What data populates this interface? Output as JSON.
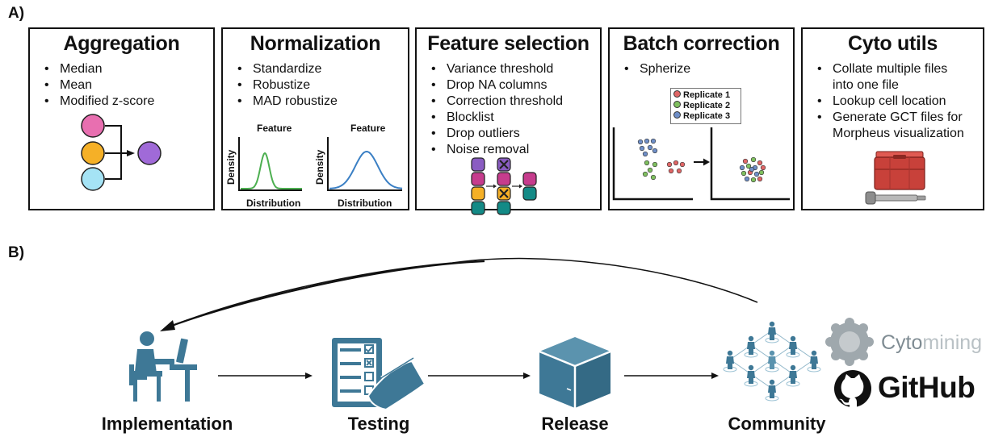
{
  "section_a_label": "A)",
  "section_b_label": "B)",
  "panels": [
    {
      "title": "Aggregation",
      "bullets": [
        "Median",
        "Mean",
        "Modified z-score"
      ]
    },
    {
      "title": "Normalization",
      "bullets": [
        "Standardize",
        "Robustize",
        "MAD robustize"
      ],
      "plots": [
        {
          "title": "Feature",
          "ylabel": "Density",
          "xlabel": "Distribution",
          "color": "#4caf50"
        },
        {
          "title": "Feature",
          "ylabel": "Density",
          "xlabel": "Distribution",
          "color": "#3a7fc4"
        }
      ]
    },
    {
      "title": "Feature selection",
      "bullets": [
        "Variance threshold",
        "Drop NA columns",
        "Correction threshold",
        "Blocklist",
        "Drop outliers",
        "Noise removal"
      ]
    },
    {
      "title": "Batch correction",
      "bullets": [
        "Spherize"
      ],
      "legend": [
        {
          "label": "Replicate 1",
          "color": "#e06666"
        },
        {
          "label": "Replicate 2",
          "color": "#7fbf5f"
        },
        {
          "label": "Replicate 3",
          "color": "#6f8fc8"
        }
      ]
    },
    {
      "title": "Cyto utils",
      "bullets": [
        {
          "line1": "Collate multiple files",
          "line2": "into one file"
        },
        {
          "line1": "Lookup cell location"
        },
        {
          "line1": "Generate GCT files for",
          "line2": "Morpheus visualization"
        }
      ]
    }
  ],
  "colors": {
    "pink": "#e86fb0",
    "orange": "#f5b027",
    "cyan": "#a5e3f5",
    "purple": "#a06ad8",
    "teal": "#138a86",
    "magenta": "#c63c8d",
    "violet": "#8a5cc2",
    "icon_blue": "#3e7896",
    "toolbox_red": "#c8413a"
  },
  "stages": [
    "Implementation",
    "Testing",
    "Release",
    "Community"
  ],
  "logos": {
    "cytomining_a": "Cyto",
    "cytomining_b": "mining",
    "github": "GitHub"
  }
}
